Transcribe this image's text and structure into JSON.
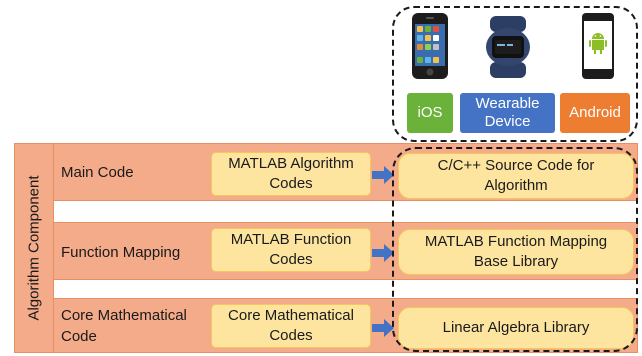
{
  "platforms": [
    {
      "label": "iOS",
      "icon": "smartphone-ios-icon",
      "color": "#6ab23a"
    },
    {
      "label_lines": [
        "Wearable",
        "Device"
      ],
      "icon": "wearable-band-icon",
      "color": "#4472c4"
    },
    {
      "label": "Android",
      "icon": "smartphone-android-icon",
      "color": "#ed7d31"
    }
  ],
  "algorithm_component": {
    "label": "Algorithm Component",
    "color": "#f4ab8a",
    "rows": [
      {
        "label": "Main Code",
        "matlab_lines": [
          "MATLAB Algorithm",
          "Codes"
        ],
        "target_lines": [
          "C/C++ Source Code for",
          "Algorithm"
        ]
      },
      {
        "label": "Function Mapping",
        "matlab_lines": [
          "MATLAB Function",
          "Codes"
        ],
        "target_lines": [
          "MATLAB Function Mapping",
          "Base Library"
        ]
      },
      {
        "label": "Core Mathematical Code",
        "matlab_lines": [
          "Core Mathematical",
          "Codes"
        ],
        "target_lines": [
          "Linear Algebra Library"
        ]
      }
    ]
  },
  "colors": {
    "box_fill": "#fde5a0",
    "arrow": "#4472c4"
  }
}
